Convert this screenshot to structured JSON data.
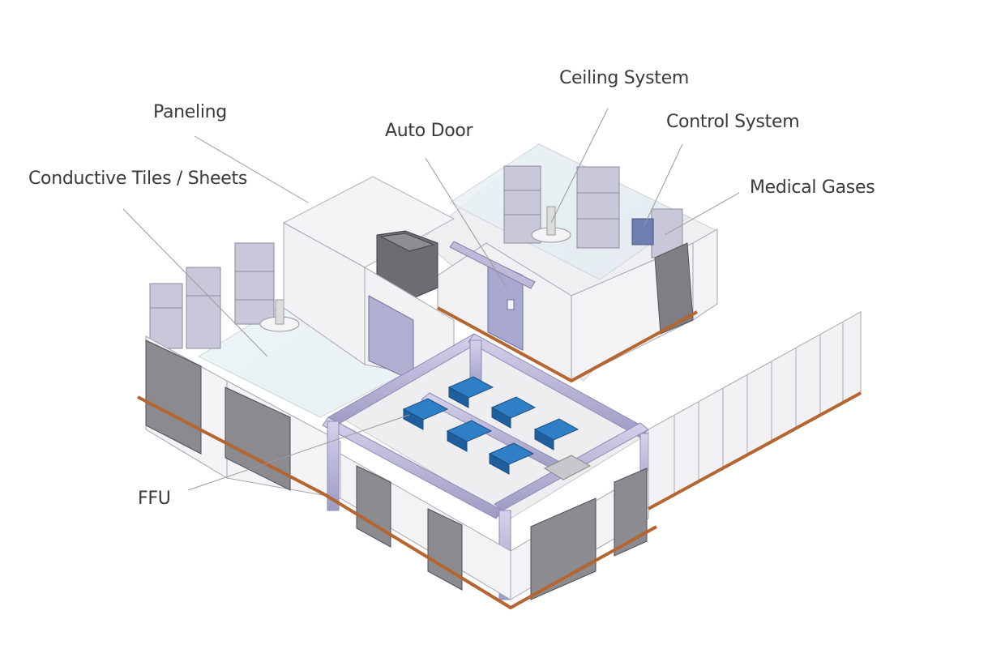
{
  "diagram": {
    "callouts": [
      {
        "id": "ceiling-system",
        "label": "Ceiling System"
      },
      {
        "id": "paneling",
        "label": "Paneling"
      },
      {
        "id": "auto-door",
        "label": "Auto Door"
      },
      {
        "id": "control-system",
        "label": "Control System"
      },
      {
        "id": "conductive-tiles",
        "label": "Conductive Tiles / Sheets"
      },
      {
        "id": "medical-gases",
        "label": "Medical Gases"
      },
      {
        "id": "ffu",
        "label": "FFU"
      }
    ],
    "colors": {
      "floor_trim": "#b5652f",
      "panel": "#f1f1f3",
      "panel_edge": "#9a9aa2",
      "ffu": "#2f7fc6",
      "duct": "#b9b6d6",
      "cabinet": "#8c8c90",
      "door": "#a9a8cf",
      "leader_line": "#9a9a9a",
      "label_text": "#3a3a3a"
    }
  }
}
